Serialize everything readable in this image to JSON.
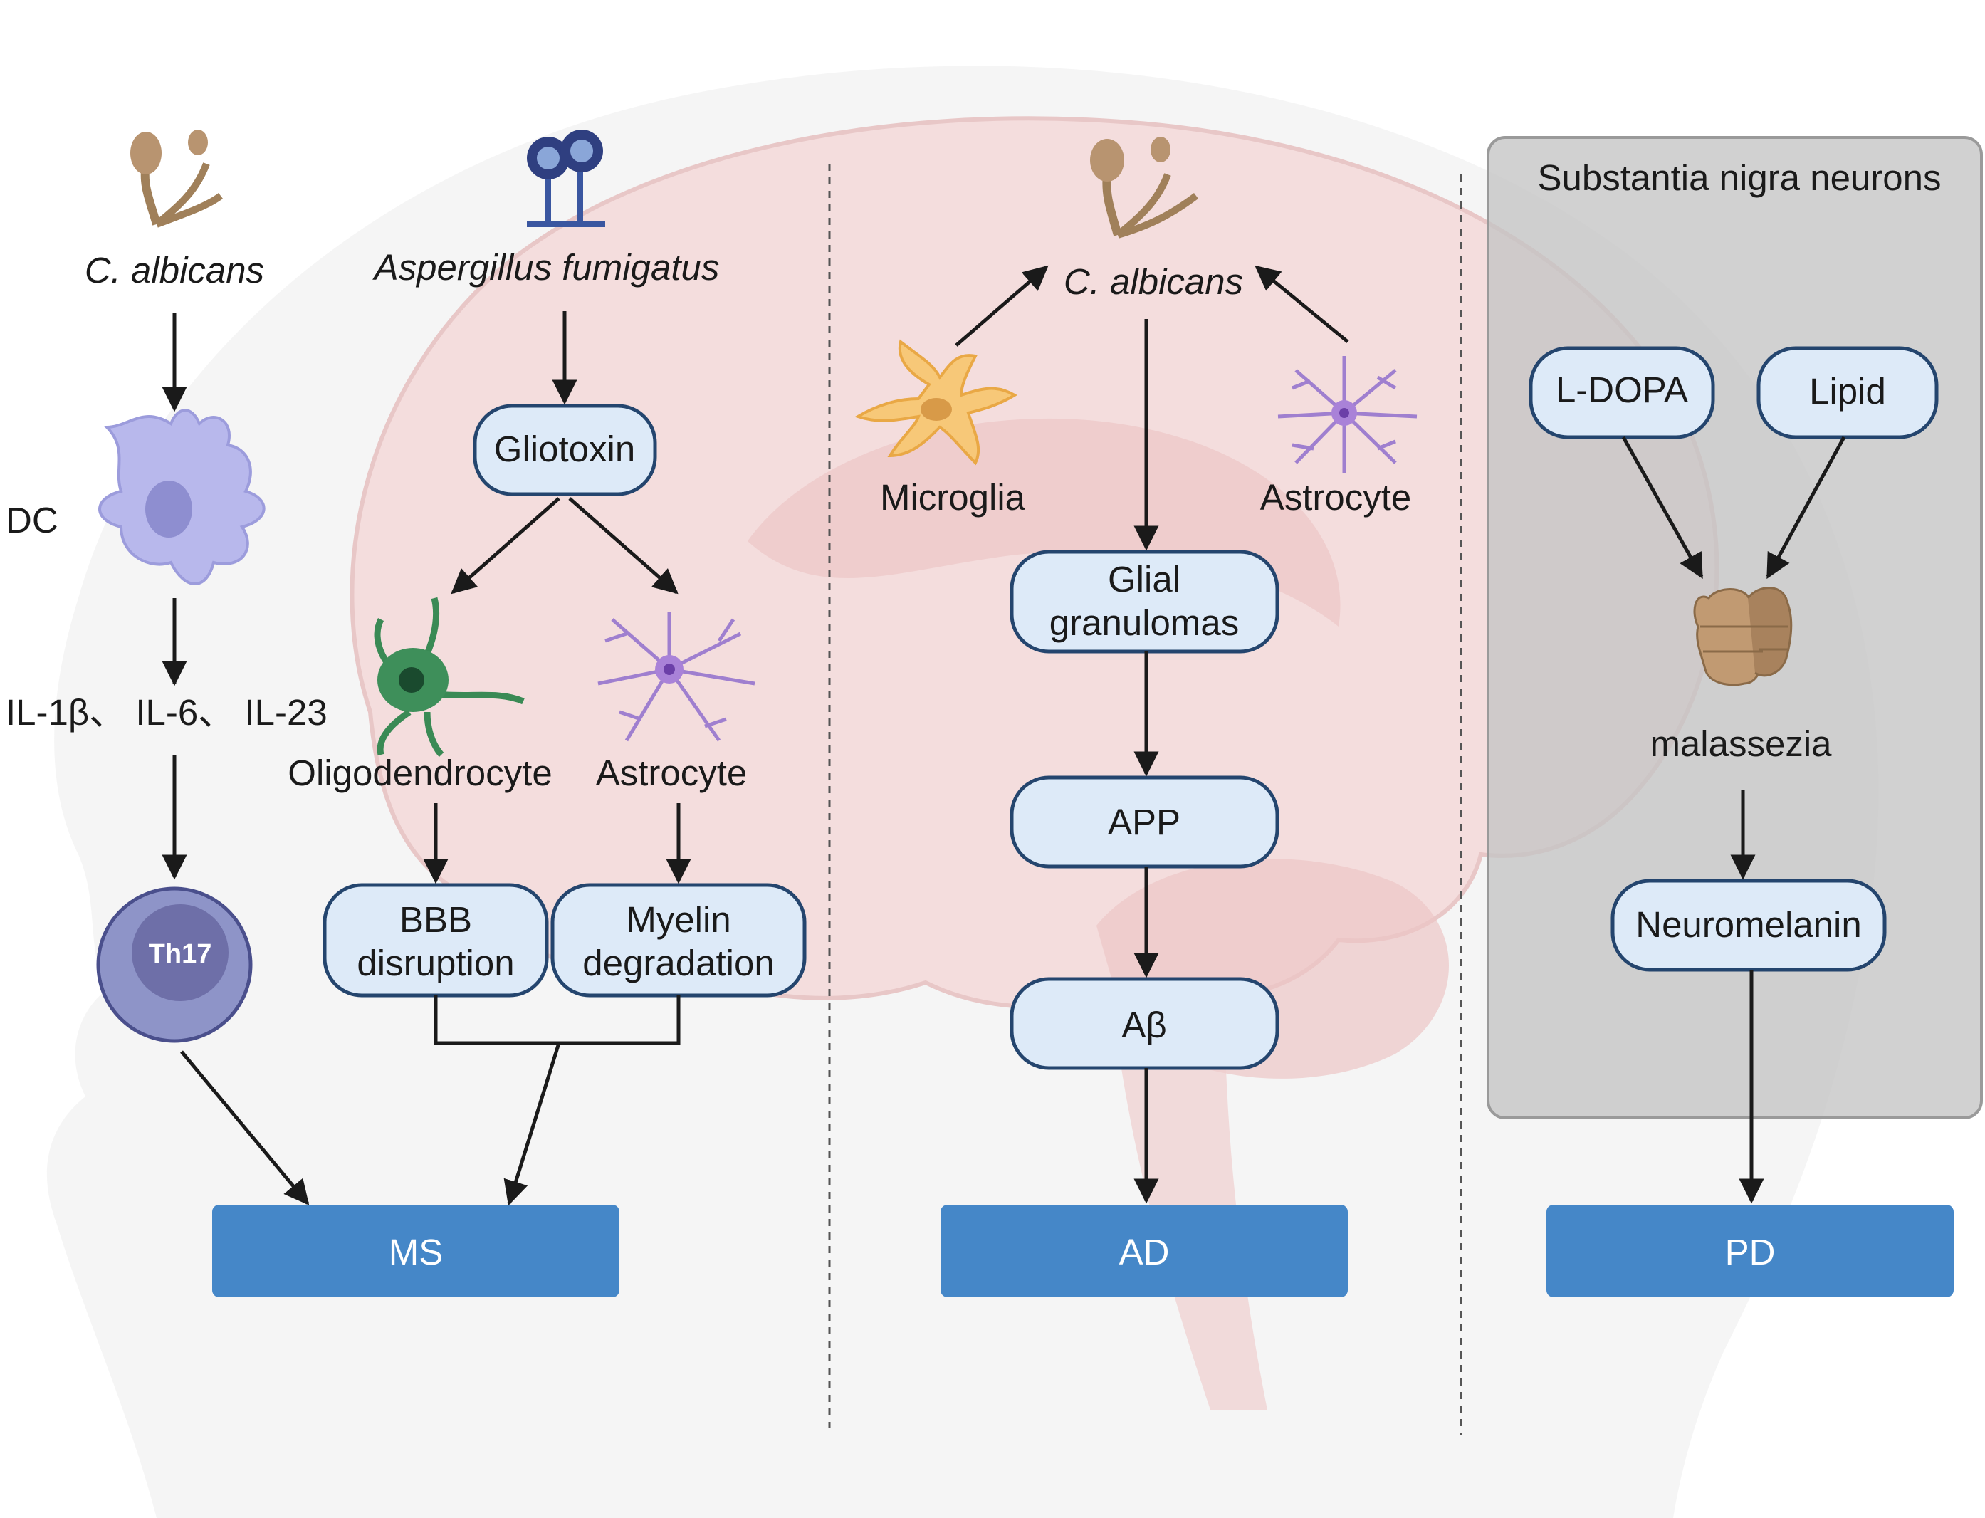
{
  "colors": {
    "node_fill": "#ddeaf8",
    "node_stroke": "#24456e",
    "disease_fill": "#4587c8",
    "panel_fill": "#cfcfcf",
    "brain_fill": "#f4d8d8",
    "head_fill": "#eeeeee"
  },
  "ms": {
    "c_albicans": "C. albicans",
    "aspergillus": "Aspergillus fumigatus",
    "dc": "DC",
    "cytokines": "IL-1β、 IL-6、 IL-23",
    "th17": "Th17",
    "gliotoxin": "Gliotoxin",
    "oligodendrocyte": "Oligodendrocyte",
    "astrocyte": "Astrocyte",
    "bbb_line1": "BBB",
    "bbb_line2": "disruption",
    "myelin_line1": "Myelin",
    "myelin_line2": "degradation",
    "disease": "MS"
  },
  "ad": {
    "c_albicans": "C. albicans",
    "microglia": "Microglia",
    "astrocyte": "Astrocyte",
    "glial_line1": "Glial",
    "glial_line2": "granulomas",
    "app": "APP",
    "abeta": "Aβ",
    "disease": "AD"
  },
  "pd": {
    "panel_title": "Substantia nigra neurons",
    "ldopa": "L-DOPA",
    "lipid": "Lipid",
    "malassezia": "malassezia",
    "neuromelanin": "Neuromelanin",
    "disease": "PD"
  }
}
